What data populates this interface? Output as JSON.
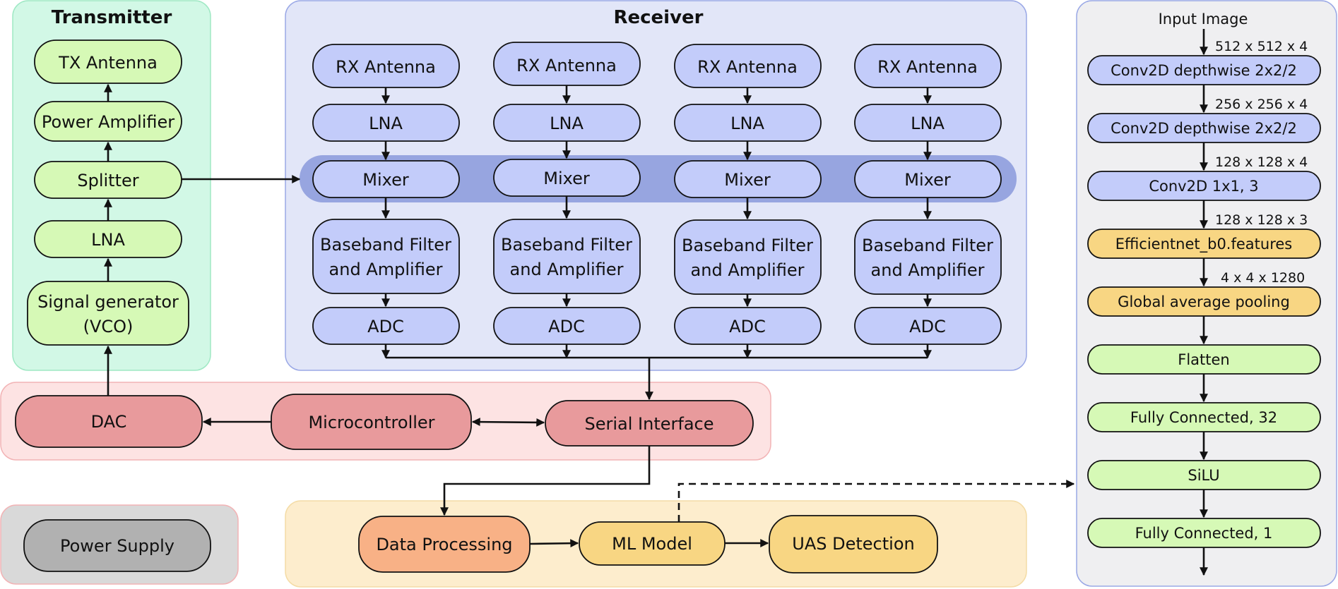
{
  "colors": {
    "transmitter_panel": "#d2f8e6",
    "transmitter_node": "#d6f9b6",
    "receiver_panel": "#e2e6f8",
    "receiver_node": "#c3ccfa",
    "mixer_band": "#97a5e0",
    "control_panel": "#fde3e3",
    "control_node": "#e89a9c",
    "power_panel": "#d9d9d9",
    "power_node": "#b1b1b1",
    "processing_panel": "#fdedcd",
    "data_processing_node": "#f8b186",
    "ml_node": "#f8d683",
    "model_panel": "#efeff1",
    "model_conv_node": "#c3ccfa",
    "model_feature_node": "#f8d683",
    "model_dense_node": "#d6f9b6"
  },
  "transmitter": {
    "title": "Transmitter",
    "tx_antenna": "TX Antenna",
    "power_amplifier": "Power Amplifier",
    "splitter": "Splitter",
    "lna": "LNA",
    "signal_generator_line1": "Signal generator",
    "signal_generator_line2": "(VCO)"
  },
  "receiver": {
    "title": "Receiver",
    "chains": [
      {
        "antenna": "RX Antenna",
        "lna": "LNA",
        "mixer": "Mixer",
        "filter_line1": "Baseband Filter",
        "filter_line2": "and Amplifier",
        "adc": "ADC"
      },
      {
        "antenna": "RX Antenna",
        "lna": "LNA",
        "mixer": "Mixer",
        "filter_line1": "Baseband Filter",
        "filter_line2": "and Amplifier",
        "adc": "ADC"
      },
      {
        "antenna": "RX Antenna",
        "lna": "LNA",
        "mixer": "Mixer",
        "filter_line1": "Baseband Filter",
        "filter_line2": "and Amplifier",
        "adc": "ADC"
      },
      {
        "antenna": "RX Antenna",
        "lna": "LNA",
        "mixer": "Mixer",
        "filter_line1": "Baseband Filter",
        "filter_line2": "and Amplifier",
        "adc": "ADC"
      }
    ]
  },
  "control": {
    "dac": "DAC",
    "microcontroller": "Microcontroller",
    "serial_interface": "Serial Interface"
  },
  "power": {
    "power_supply": "Power Supply"
  },
  "processing": {
    "data_processing": "Data Processing",
    "ml_model": "ML Model",
    "uas_detection": "UAS Detection"
  },
  "model": {
    "input_label": "Input Image",
    "layers": [
      "Conv2D depthwise 2x2/2",
      "Conv2D depthwise 2x2/2",
      "Conv2D 1x1, 3",
      "Efficientnet_b0.features",
      "Global average pooling",
      "Flatten",
      "Fully Connected, 32",
      "SiLU",
      "Fully Connected, 1"
    ],
    "shapes": [
      "512 x 512 x 4",
      "256 x 256 x 4",
      "128 x 128 x 4",
      "128 x 128 x 3",
      "4 x 4 x 1280"
    ]
  }
}
